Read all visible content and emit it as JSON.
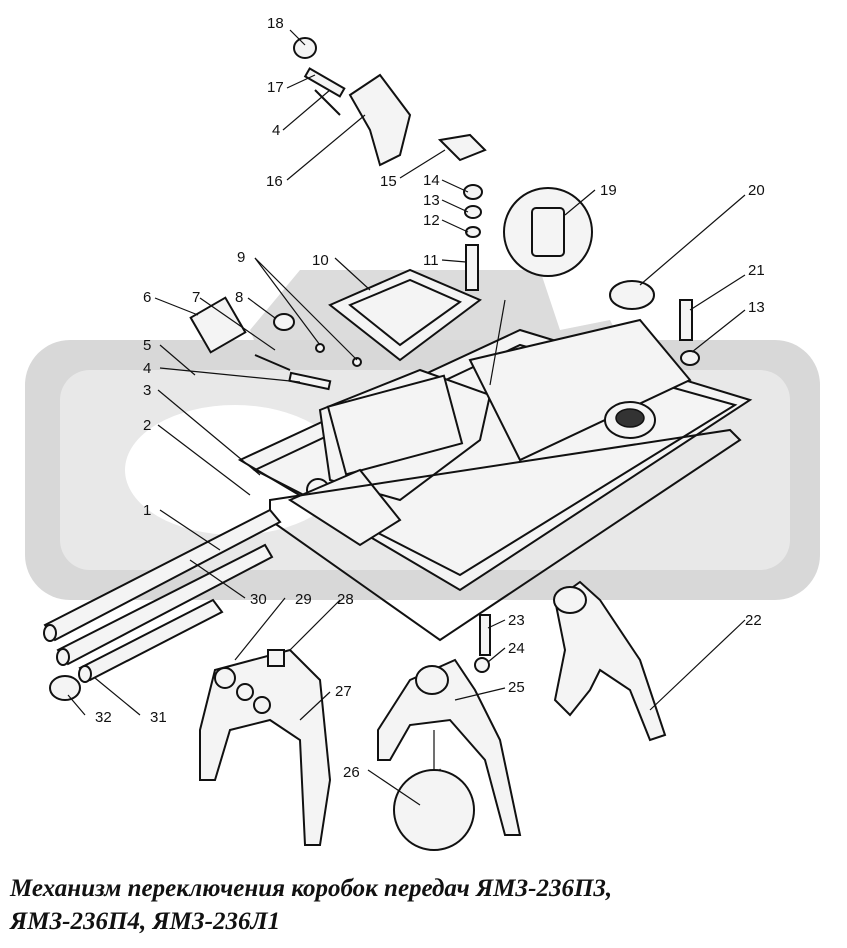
{
  "caption": {
    "line1": "Механизм переключения коробок передач ЯМЗ-236П3,",
    "line2": "ЯМЗ-236П4, ЯМЗ-236Л1"
  },
  "callouts": {
    "n1": "1",
    "n2": "2",
    "n3": "3",
    "n4a": "4",
    "n4b": "4",
    "n5": "5",
    "n6": "6",
    "n7": "7",
    "n8": "8",
    "n9": "9",
    "n10": "10",
    "n11": "11",
    "n12": "12",
    "n13a": "13",
    "n13b": "13",
    "n14": "14",
    "n15": "15",
    "n16": "16",
    "n17": "17",
    "n18": "18",
    "n19": "19",
    "n20": "20",
    "n21": "21",
    "n22": "22",
    "n23": "23",
    "n24": "24",
    "n25": "25",
    "n26": "26",
    "n27": "27",
    "n28": "28",
    "n29": "29",
    "n30": "30",
    "n31": "31",
    "n32": "32"
  }
}
